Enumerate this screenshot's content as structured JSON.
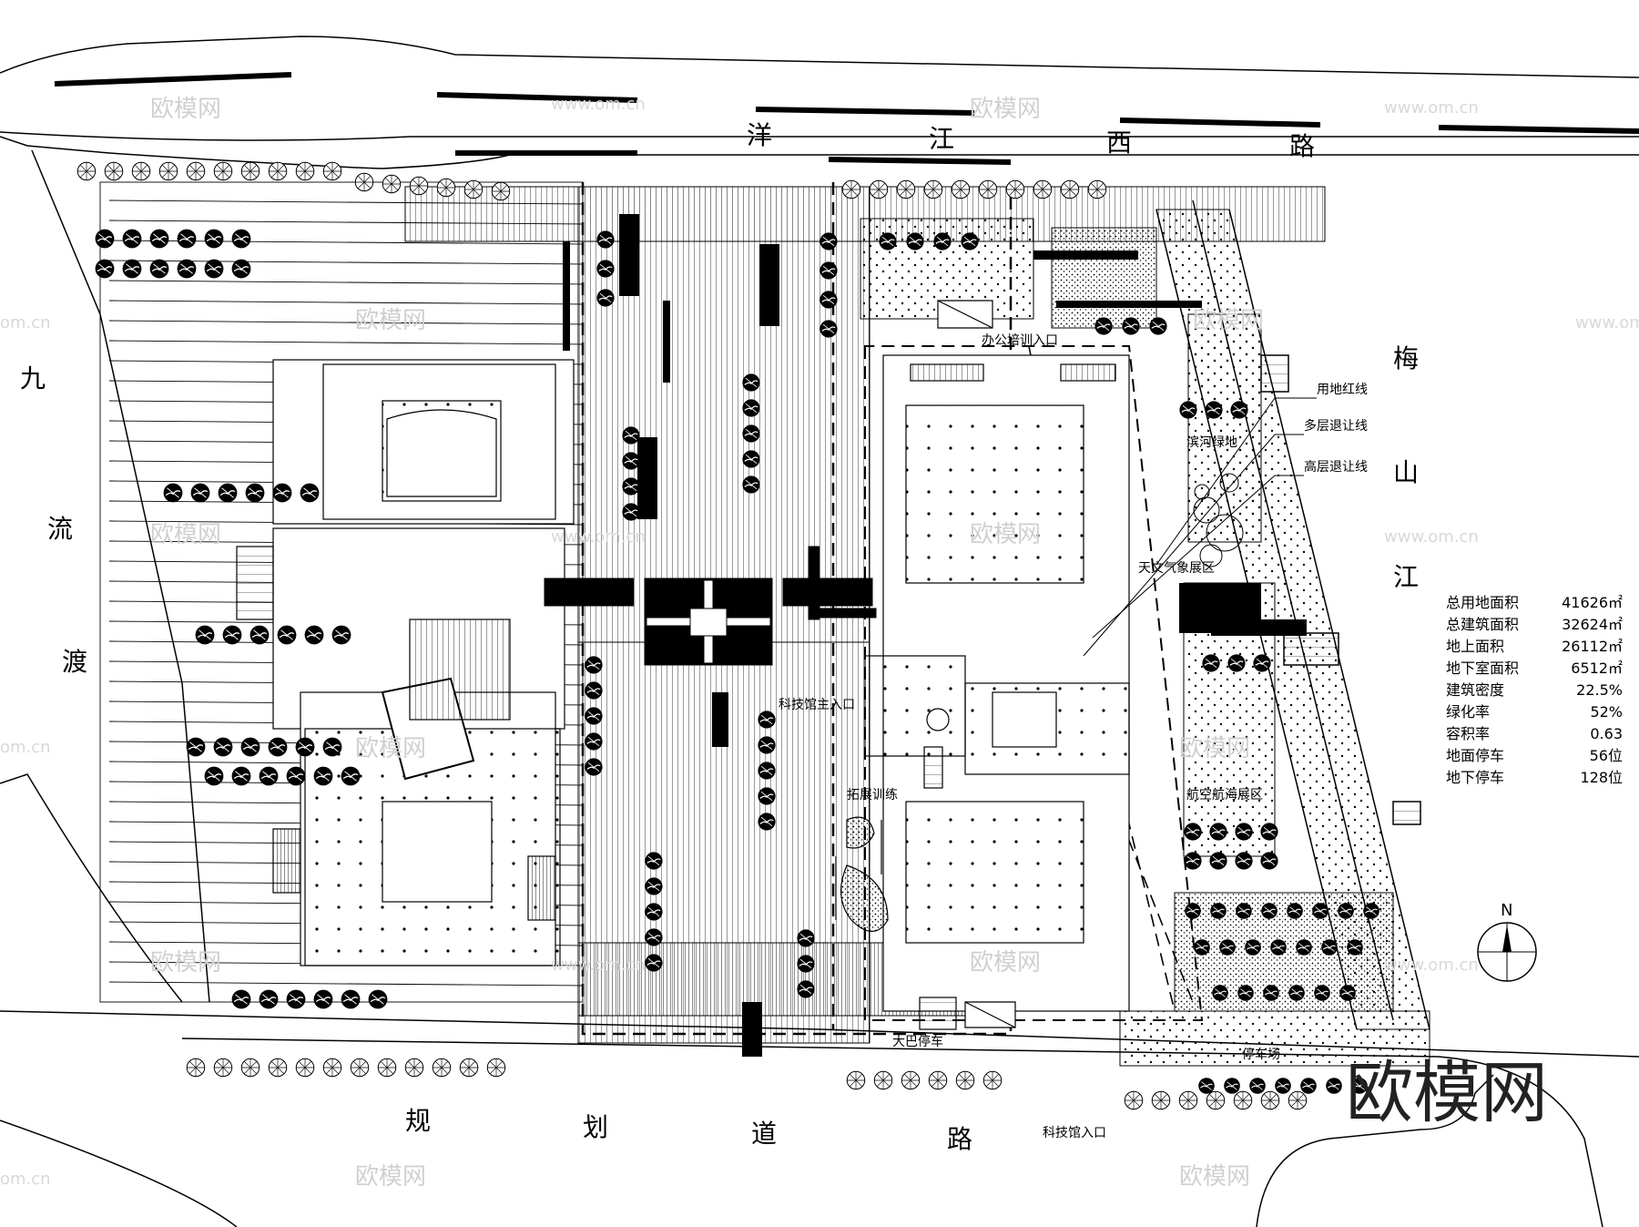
{
  "roads": {
    "north": [
      "洋",
      "江",
      "西",
      "路"
    ],
    "south": [
      "规",
      "划",
      "道",
      "路"
    ],
    "west": [
      "九",
      "流",
      "渡"
    ],
    "east": [
      "梅",
      "山",
      "江"
    ]
  },
  "labels": {
    "office_entry": "办公培训入口",
    "red_line": "用地红线",
    "multi_setback": "多层退让线",
    "high_setback": "高层退让线",
    "riverside_green": "滨河绿地",
    "astro_zone": "天文气象展区",
    "museum_main_entry": "科技馆主入口",
    "outdoor_training": "拓展训练",
    "aviation_zone": "航空航海展区",
    "bus_parking": "大巴停车",
    "parking": "停车场",
    "museum_entry": "科技馆入口"
  },
  "stats": [
    {
      "label": "总用地面积",
      "value": "41626㎡"
    },
    {
      "label": "总建筑面积",
      "value": "32624㎡"
    },
    {
      "label": "地上面积",
      "value": "26112㎡"
    },
    {
      "label": "地下室面积",
      "value": "6512㎡"
    },
    {
      "label": "建筑密度",
      "value": "22.5%"
    },
    {
      "label": "绿化率",
      "value": "52%"
    },
    {
      "label": "容积率",
      "value": "0.63"
    },
    {
      "label": "地面停车",
      "value": "56位"
    },
    {
      "label": "地下停车",
      "value": "128位"
    }
  ],
  "north_arrow": "N",
  "watermark": {
    "brand": "欧模网",
    "url": "www.om.cn",
    "url_partial": "om.cn",
    "big": "欧模网"
  }
}
